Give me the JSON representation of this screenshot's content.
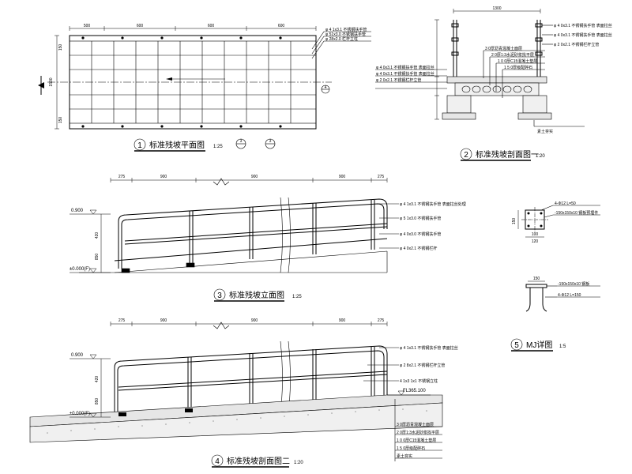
{
  "views": {
    "v1": {
      "number": "1",
      "title": "标准残坡平面图",
      "scale": "1:25"
    },
    "v2": {
      "number": "2",
      "title": "标准残坡剖面图一",
      "scale": "1:20"
    },
    "v3": {
      "number": "3",
      "title": "标准残坡立面图",
      "scale": "1:25"
    },
    "v4": {
      "number": "4",
      "title": "标准残坡剖面图二",
      "scale": "1:20"
    },
    "v5": {
      "number": "5",
      "title": "MJ详图",
      "scale": "1:5"
    }
  },
  "dims": {
    "plan_spans": [
      "500",
      "600",
      "600",
      "600"
    ],
    "plan_side": [
      "1500",
      "150",
      "150"
    ],
    "section_top": "1300",
    "elev_spans": [
      "275",
      "900",
      "900",
      "900",
      "275"
    ],
    "elev_heights": [
      "420",
      "850"
    ],
    "levels": [
      "0.900",
      "±0.000(F)",
      "FL365.100"
    ],
    "mj_dims": [
      "100",
      "120",
      "100",
      "150"
    ]
  },
  "notes": {
    "plan": [
      "φ 4 1x3.1 不锈钢扶手管",
      "φ 51x3.0 不锈钢扶手管",
      "φ 28x2.0 栏杆立柱"
    ],
    "section1": [
      "φ 4 0x3.1 不锈钢扶手管 表面拉丝",
      "φ 4 0x3.1 不锈钢扶手管 表面拉丝",
      "φ 2 0x2.1 不锈钢栏杆立管",
      "3 0厚沥青混凝土面层",
      "2 0厚1:3水泥砂浆找平层",
      "1 0 0厚C15混凝土垫层",
      "1 5 0厚级配碎石",
      "素土夯实"
    ],
    "elevation": [
      "φ 4 1x3.1 不锈钢扶手管 表面拉丝处理",
      "φ 5 1x3.0 不锈钢扶手管",
      "φ 4 0x3.0 不锈钢扶手管",
      "φ 4 0x2.1 不锈钢栏杆"
    ],
    "section2": [
      "φ 4 1x3.1 不锈钢扶手管 表面拉丝",
      "φ 2 8x2.1 不锈钢栏杆立管",
      "4 1x3 1x1 不锈钢立柱",
      "3 0厚沥青混凝土面层",
      "2 0厚1:3水泥砂浆找平层",
      "1 0 0厚C15混凝土垫层",
      "1 5 0厚级配碎石",
      "素土夯实"
    ],
    "mj": [
      "4-Φ12 L=50",
      "-150x150x10 钢板预埋件",
      "-150x150x10 钢板",
      "4-Φ12 L=150"
    ]
  }
}
